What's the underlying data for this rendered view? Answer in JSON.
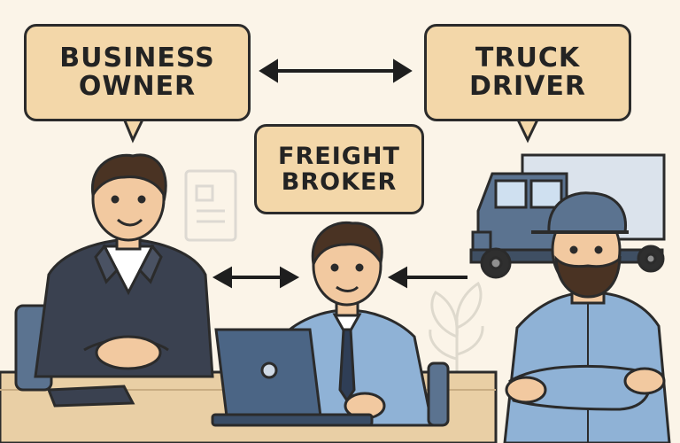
{
  "labels": {
    "business_owner": {
      "line1": "BUSINESS",
      "line2": "OWNER"
    },
    "truck_driver": {
      "line1": "TRUCK",
      "line2": "DRIVER"
    },
    "freight_broker": {
      "line1": "FREIGHT",
      "line2": "BROKER"
    }
  },
  "icons": [
    "double-arrow-icon",
    "arrow-left-icon",
    "laptop-icon",
    "tablet-icon",
    "truck-icon",
    "plant-icon",
    "document-icon"
  ],
  "colors": {
    "background": "#fbf4e8",
    "bubble": "#f3d7a9",
    "outline": "#2b2b2b",
    "suit": "#3a4150",
    "shirt_blue": "#8fb2d6",
    "truck_blue": "#5b7390",
    "skin": "#f2c9a0",
    "hair": "#4a3323",
    "desk": "#e9cfa5"
  }
}
